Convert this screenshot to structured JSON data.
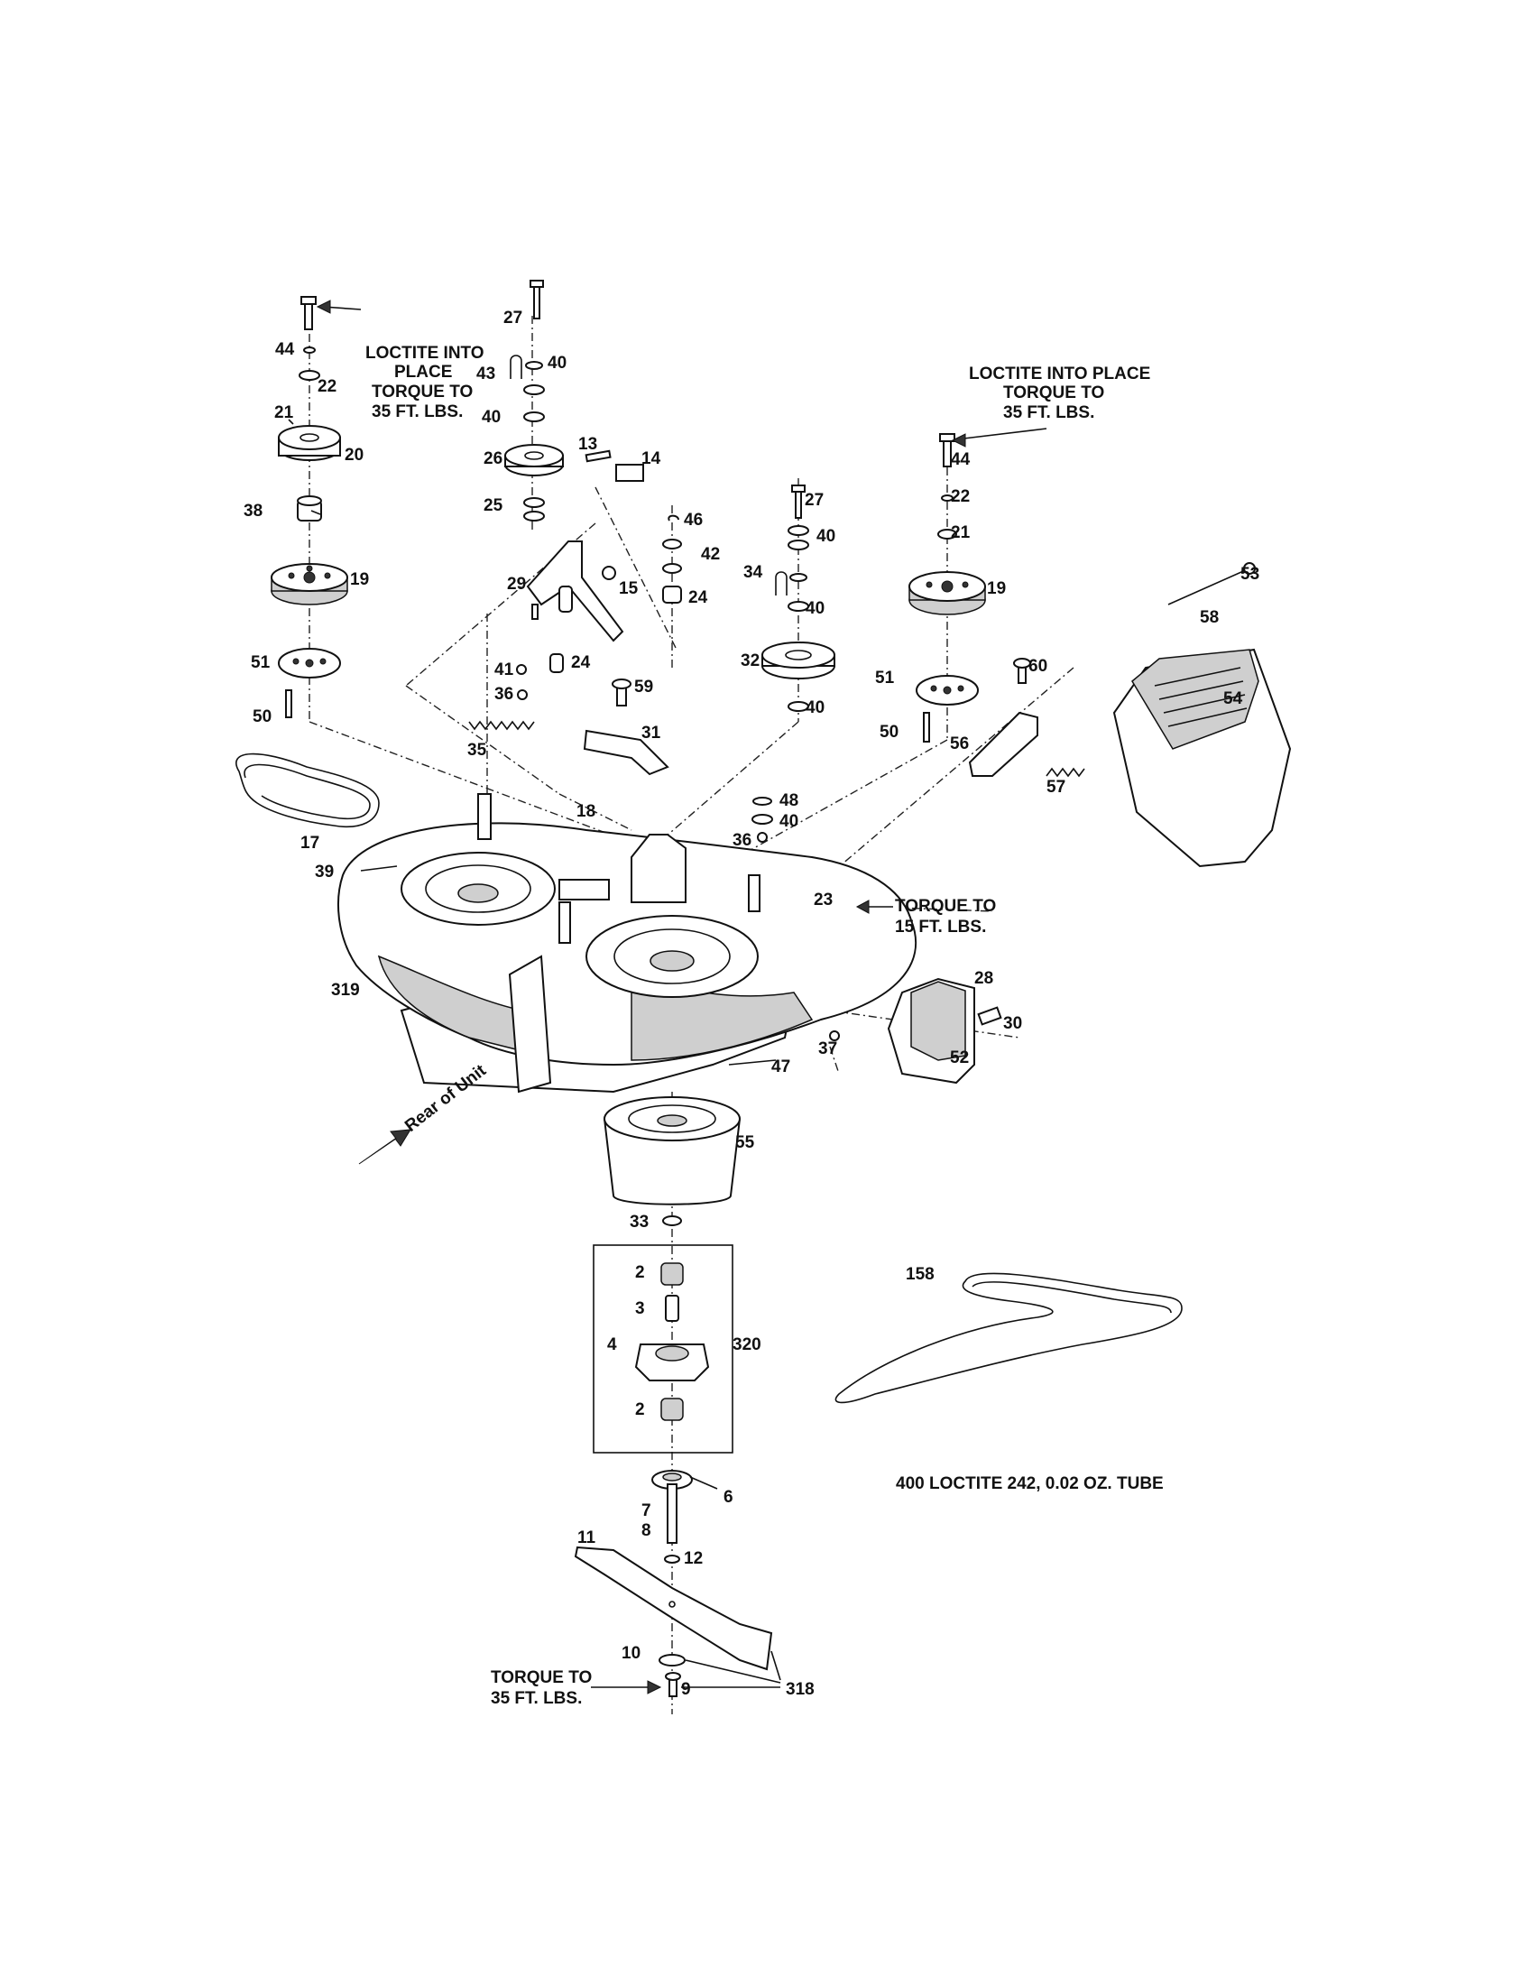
{
  "notes": {
    "loctite_left_1": "LOCTITE INTO",
    "loctite_left_2": "PLACE",
    "loctite_left_3": "TORQUE TO",
    "loctite_left_4": "35 FT. LBS.",
    "loctite_right_1": "LOCTITE INTO PLACE",
    "loctite_right_2": "TORQUE TO",
    "loctite_right_3": "35 FT. LBS.",
    "torque15_1": "TORQUE TO",
    "torque15_2": "15 FT. LBS.",
    "torque35_1": "TORQUE TO",
    "torque35_2": "35 FT. LBS.",
    "rear_of_unit": "Rear of Unit",
    "loctite_tube": "400  LOCTITE 242, 0.02 OZ. TUBE"
  },
  "callouts": [
    {
      "id": "c27a",
      "text": "27"
    },
    {
      "id": "c44a",
      "text": "44"
    },
    {
      "id": "c40a",
      "text": "40"
    },
    {
      "id": "c43",
      "text": "43"
    },
    {
      "id": "c22a",
      "text": "22"
    },
    {
      "id": "c21a",
      "text": "21"
    },
    {
      "id": "c40b",
      "text": "40"
    },
    {
      "id": "c20",
      "text": "20"
    },
    {
      "id": "c13",
      "text": "13"
    },
    {
      "id": "c14",
      "text": "14"
    },
    {
      "id": "c26",
      "text": "26"
    },
    {
      "id": "c38",
      "text": "38"
    },
    {
      "id": "c25",
      "text": "25"
    },
    {
      "id": "c46",
      "text": "46"
    },
    {
      "id": "c42",
      "text": "42"
    },
    {
      "id": "c19a",
      "text": "19"
    },
    {
      "id": "c29",
      "text": "29"
    },
    {
      "id": "c15",
      "text": "15"
    },
    {
      "id": "c24a",
      "text": "24"
    },
    {
      "id": "c51a",
      "text": "51"
    },
    {
      "id": "c41",
      "text": "41"
    },
    {
      "id": "c24b",
      "text": "24"
    },
    {
      "id": "c36a",
      "text": "36"
    },
    {
      "id": "c50a",
      "text": "50"
    },
    {
      "id": "c59",
      "text": "59"
    },
    {
      "id": "c35",
      "text": "35"
    },
    {
      "id": "c31",
      "text": "31"
    },
    {
      "id": "c17",
      "text": "17"
    },
    {
      "id": "c18",
      "text": "18"
    },
    {
      "id": "c39",
      "text": "39"
    },
    {
      "id": "c27b",
      "text": "27"
    },
    {
      "id": "c40c",
      "text": "40"
    },
    {
      "id": "c34",
      "text": "34"
    },
    {
      "id": "c40d",
      "text": "40"
    },
    {
      "id": "c32",
      "text": "32"
    },
    {
      "id": "c40e",
      "text": "40"
    },
    {
      "id": "c48",
      "text": "48"
    },
    {
      "id": "c40f",
      "text": "40"
    },
    {
      "id": "c36b",
      "text": "36"
    },
    {
      "id": "c23",
      "text": "23"
    },
    {
      "id": "c44b",
      "text": "44"
    },
    {
      "id": "c22b",
      "text": "22"
    },
    {
      "id": "c21b",
      "text": "21"
    },
    {
      "id": "c19b",
      "text": "19"
    },
    {
      "id": "c51b",
      "text": "51"
    },
    {
      "id": "c50b",
      "text": "50"
    },
    {
      "id": "c60",
      "text": "60"
    },
    {
      "id": "c56",
      "text": "56"
    },
    {
      "id": "c57",
      "text": "57"
    },
    {
      "id": "c53",
      "text": "53"
    },
    {
      "id": "c58",
      "text": "58"
    },
    {
      "id": "c54",
      "text": "54"
    },
    {
      "id": "c319",
      "text": "319"
    },
    {
      "id": "c47",
      "text": "47"
    },
    {
      "id": "c37",
      "text": "37"
    },
    {
      "id": "c28",
      "text": "28"
    },
    {
      "id": "c30",
      "text": "30"
    },
    {
      "id": "c52",
      "text": "52"
    },
    {
      "id": "c55",
      "text": "55"
    },
    {
      "id": "c33",
      "text": "33"
    },
    {
      "id": "c2a",
      "text": "2"
    },
    {
      "id": "c3",
      "text": "3"
    },
    {
      "id": "c4",
      "text": "4"
    },
    {
      "id": "c320",
      "text": "320"
    },
    {
      "id": "c2b",
      "text": "2"
    },
    {
      "id": "c6",
      "text": "6"
    },
    {
      "id": "c7",
      "text": "7"
    },
    {
      "id": "c8",
      "text": "8"
    },
    {
      "id": "c11",
      "text": "11"
    },
    {
      "id": "c12",
      "text": "12"
    },
    {
      "id": "c10",
      "text": "10"
    },
    {
      "id": "c9",
      "text": "9"
    },
    {
      "id": "c318",
      "text": "318"
    },
    {
      "id": "c158",
      "text": "158"
    }
  ]
}
